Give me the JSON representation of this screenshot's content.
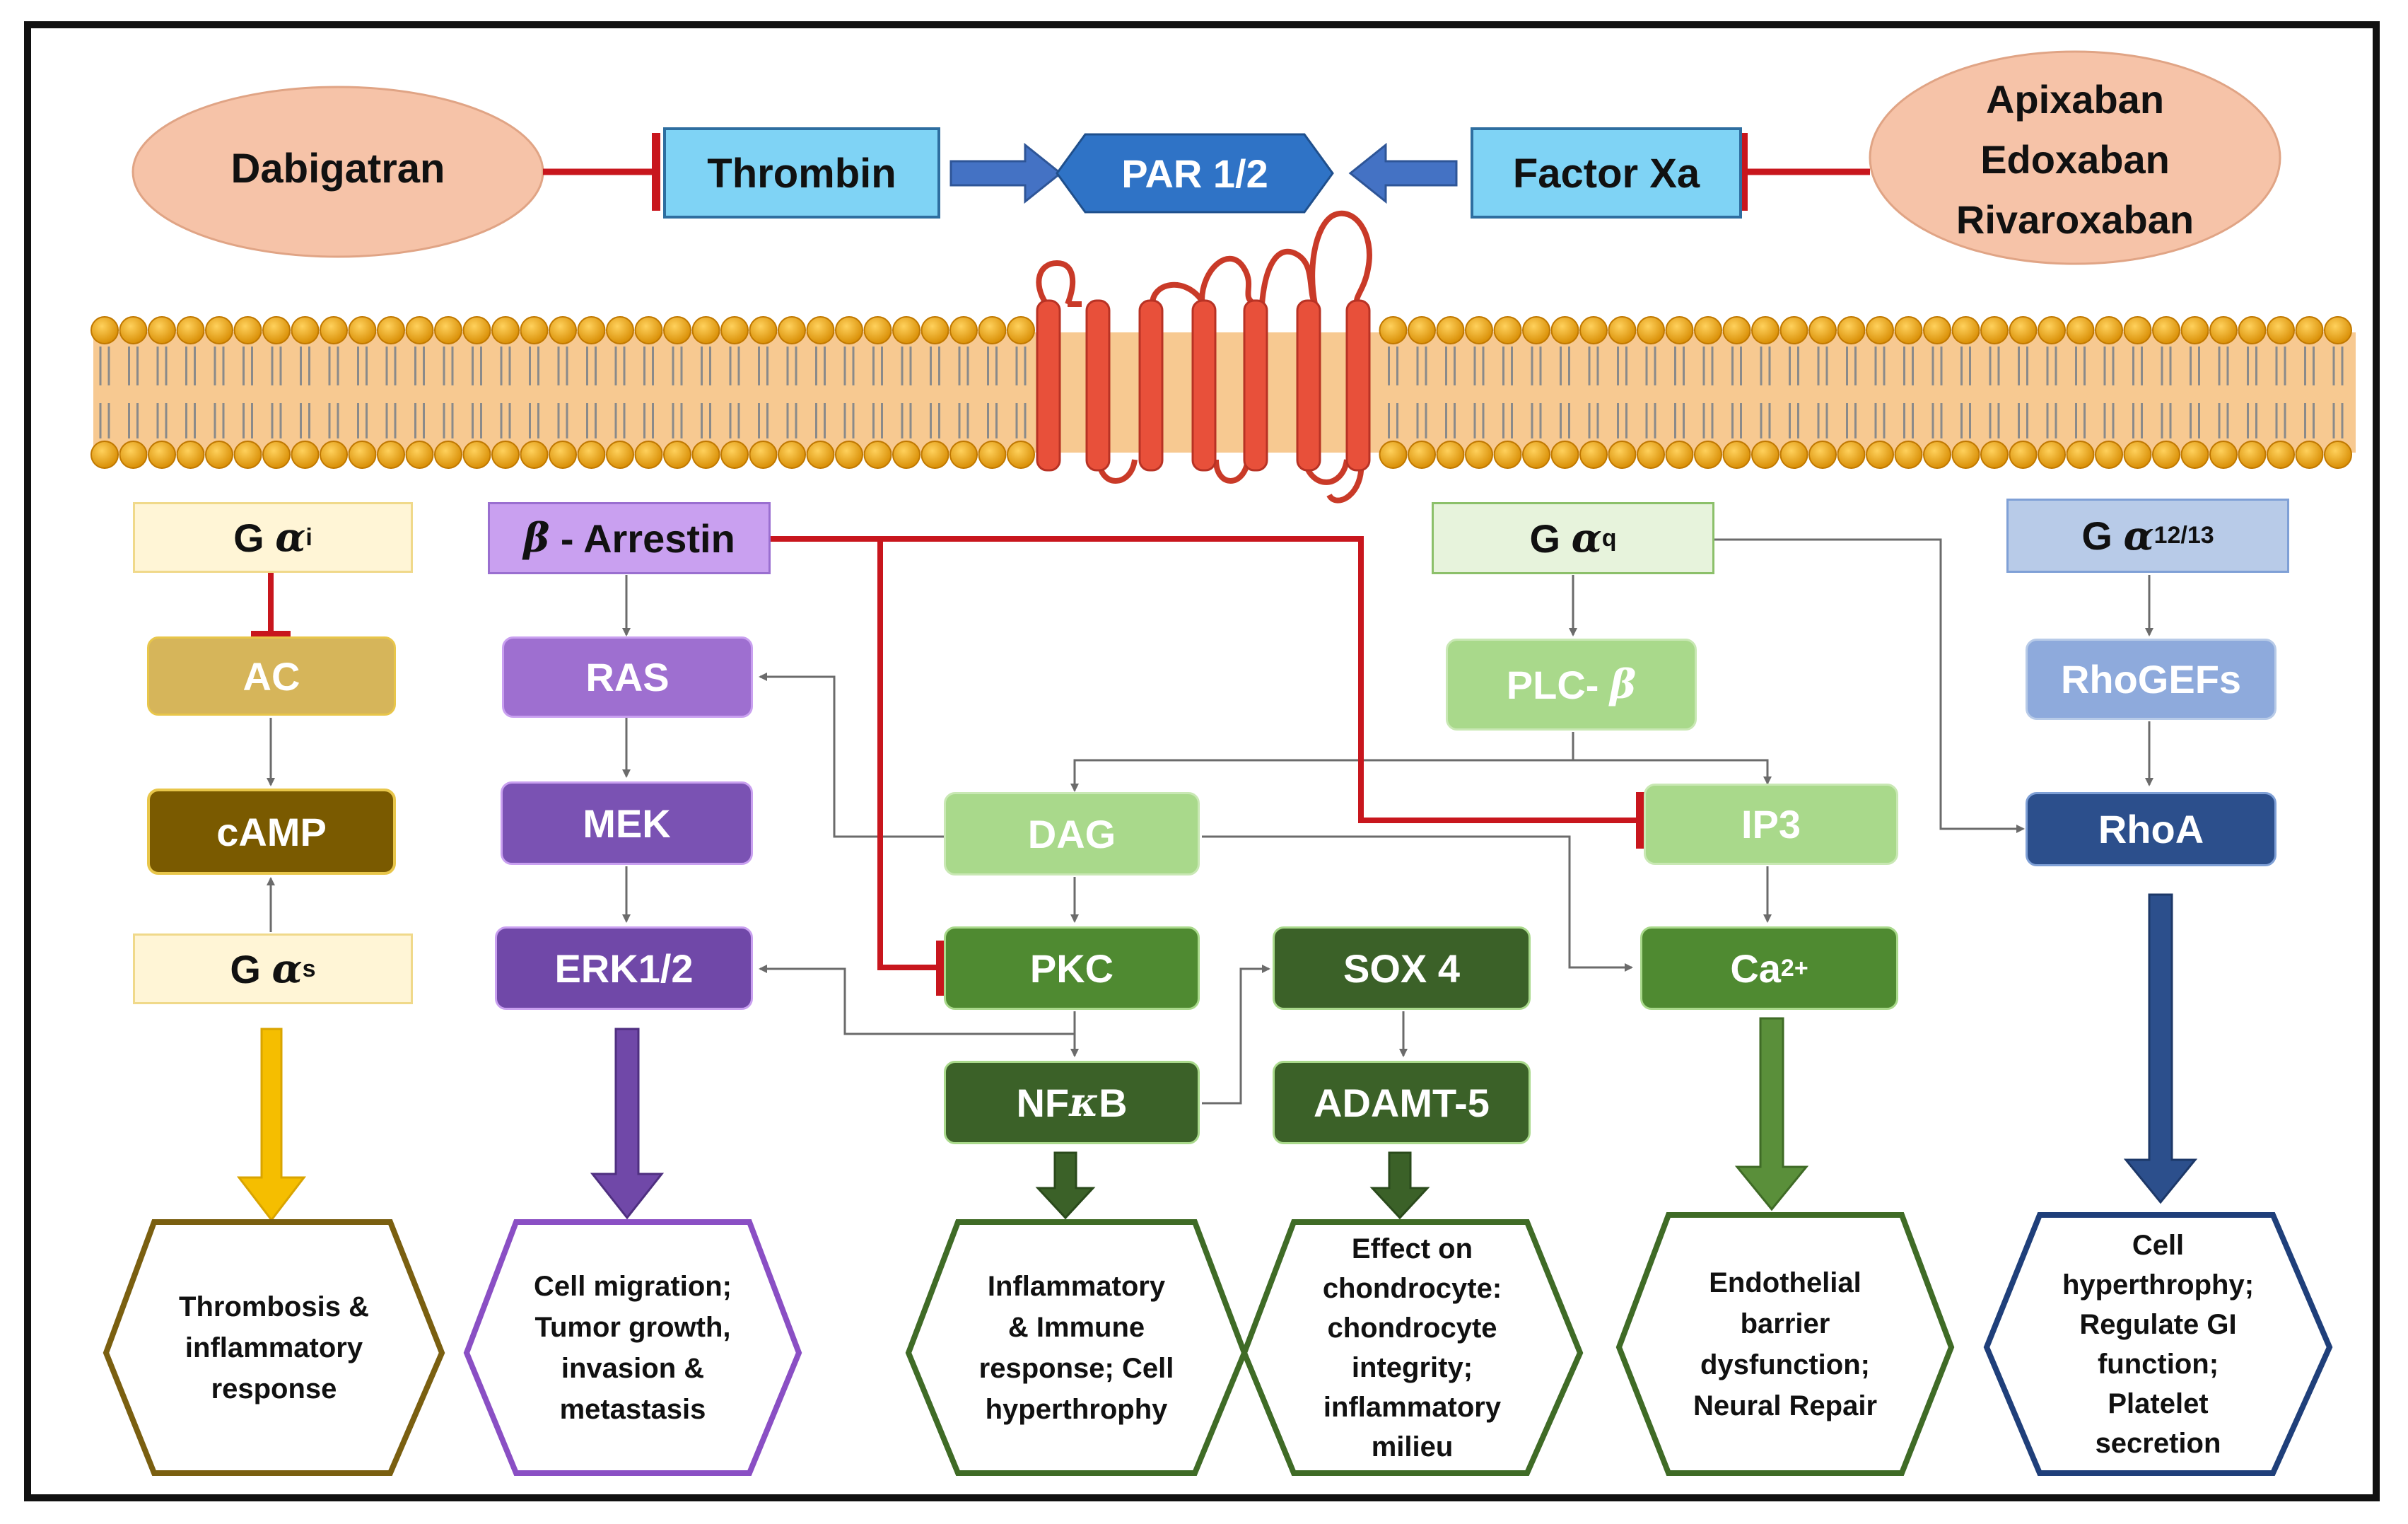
{
  "drugs": {
    "dabigatran": "Dabigatran",
    "xa_inhibitors": [
      "Apixaban",
      "Edoxaban",
      "Rivaroxaban"
    ]
  },
  "receptor_row": {
    "thrombin": "Thrombin",
    "par": "PAR 1/2",
    "factor_xa": "Factor Xa"
  },
  "g_proteins": {
    "gai": {
      "base": "G",
      "greek": "α",
      "sub": "i"
    },
    "gas": {
      "base": "G",
      "greek": "α",
      "sub": "s"
    },
    "gaq": {
      "base": "G",
      "greek": "α",
      "sub": "q"
    },
    "ga1213": {
      "base": "G",
      "greek": "α",
      "sub": "12/13"
    },
    "arrestin": {
      "greek": "β",
      "text": " - Arrestin"
    }
  },
  "nodes": {
    "ac": "AC",
    "camp": "cAMP",
    "ras": "RAS",
    "mek": "MEK",
    "erk": "ERK1/2",
    "dag": "DAG",
    "pkc": "PKC",
    "nfkb": {
      "pre": "NF",
      "greek": "κ",
      "post": "B"
    },
    "sox4": "SOX 4",
    "adamt5": "ADAMT-5",
    "plcb": {
      "pre": "PLC- ",
      "greek": "β"
    },
    "ip3": "IP3",
    "ca": {
      "base": "Ca",
      "sup": "2+"
    },
    "rhogefs": "RhoGEFs",
    "rhoa": "RhoA"
  },
  "outcomes": {
    "gai": "Thrombosis &\ninflammatory\nresponse",
    "arrestin": "Cell migration;\nTumor growth,\ninvasion &\nmetastasis",
    "nfkb": "Inflammatory\n& Immune\nresponse; Cell\nhyperthrophy",
    "sox": "Effect on\nchondrocyte:\nchondrocyte\nintegrity;\ninflammatory\nmilieu",
    "ca": "Endothelial\nbarrier\ndysfunction;\nNeural Repair",
    "rho": "Cell\nhyperthrophy;\nRegulate GI\nfunction;\nPlatelet\nsecretion"
  },
  "colors": {
    "drug_fill": "#f6c3a8",
    "receptor_fill": "#7fd3f5",
    "par_fill": "#2f73c6",
    "inhibit": "#c8161d",
    "arrow_blue": "#4472c4",
    "gai_fill": "#fff5d6",
    "ac_fill": "#d6b55a",
    "camp_fill": "#7a5a00",
    "arrestin_fill": "#c9a0f0",
    "purple_mid": "#9e6fd0",
    "purple_dark": "#7048a8",
    "green_light": "#a9d98b",
    "green_mid": "#5a8f3a",
    "green_dark": "#3b6128",
    "gaq_fill": "#e7f3dc",
    "ga1213_fill": "#b8cbe8",
    "rhogef_fill": "#8eaadc",
    "rhoa_fill": "#2c4f8c",
    "gold_arrow": "#f5be00",
    "lipid_head": "#f0a81c",
    "lipid_band": "#f7c991",
    "helix": "#e8503a"
  }
}
